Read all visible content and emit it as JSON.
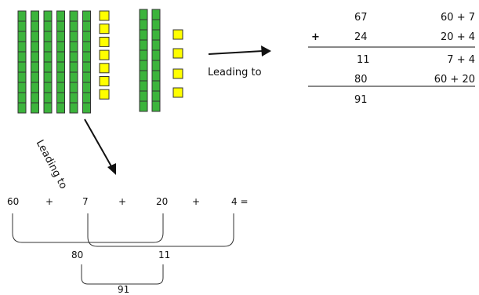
{
  "colors": {
    "ten_rod": "#3cb43c",
    "unit_cube": "#ffff00",
    "block_outline": "#333333",
    "line": "#111111"
  },
  "blocks": {
    "group_67": {
      "tens": 6,
      "ones": 7
    },
    "group_24": {
      "tens": 2,
      "ones": 4
    }
  },
  "arrows": {
    "right_label": "Leading to",
    "down_label": "Leading to"
  },
  "column_addition": {
    "top": "67",
    "plus_sign": "+",
    "second": "24",
    "partial_ones": "11",
    "partial_tens": "80",
    "total": "91"
  },
  "expanded": {
    "top": "60 + 7",
    "second": "20 + 4",
    "ones_sum": "7 + 4",
    "tens_sum": "60 + 20"
  },
  "partitioning": {
    "terms": [
      "60",
      "+",
      "7",
      "+",
      "20",
      "+",
      "4 ="
    ],
    "tens_result": "80",
    "ones_result": "11",
    "total": "91"
  }
}
